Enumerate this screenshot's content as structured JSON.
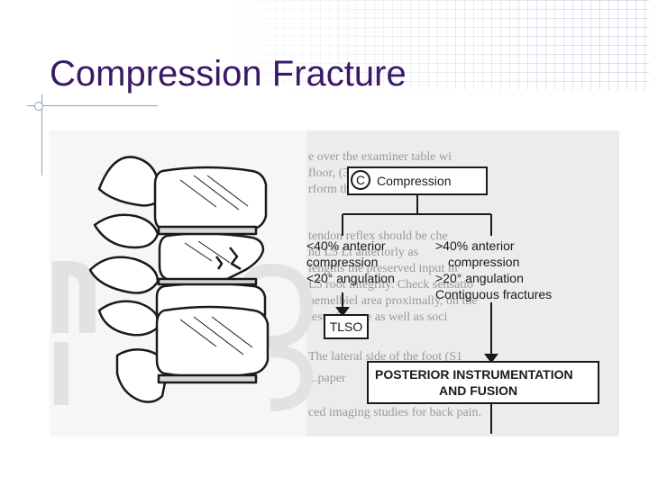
{
  "slide": {
    "title": "Compression Fracture"
  },
  "flowchart": {
    "top_marker": "C",
    "top_label": "Compression",
    "left_criteria": [
      "<40% anterior",
      "compression",
      "<20° angulation"
    ],
    "right_criteria": [
      ">40% anterior",
      "compression",
      ">20° angulation",
      "Contiguous fractures"
    ],
    "left_outcome": "TLSO",
    "right_outcome": [
      "POSTERIOR INSTRUMENTATION",
      "AND FUSION"
    ]
  },
  "background_text": [
    "e over the examiner table wi",
    "floor, (3) in the visual proxim",
    "rform the classic straight leg raisin",
    "tendon reflex should be che",
    "nd L5 Lt anteriorly as",
    "lengths the preserved input in",
    "L5 root integrity. Check sensatio",
    "hemelbiel area proximally, on the",
    "test of ...orte as well as soci",
    "The lateral side of the foot (S1",
    "...paper",
    "ced imaging studies for back pain."
  ],
  "colors": {
    "title": "#3a1a66",
    "rule": "#8a9cc8",
    "line_art": "#1a1a1a",
    "background_text": "#9a9a9a"
  }
}
